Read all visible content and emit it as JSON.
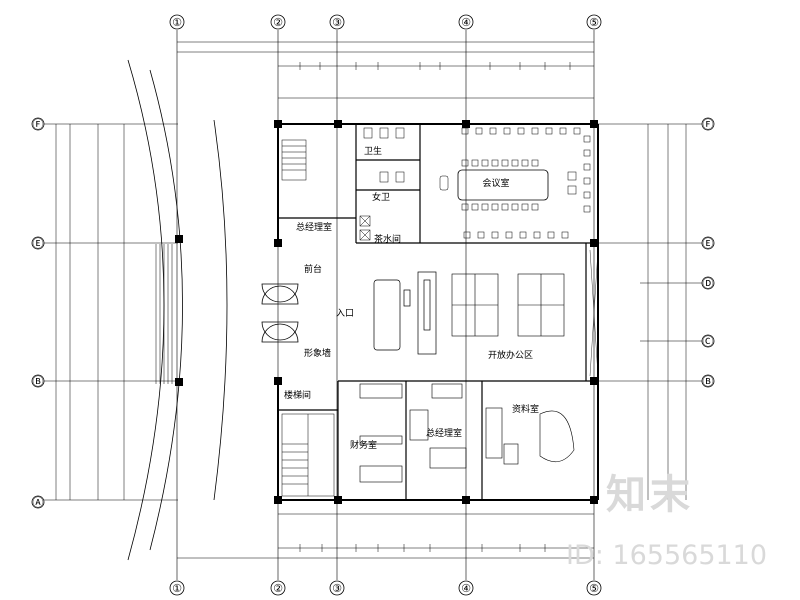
{
  "axes": {
    "vertical": [
      "①",
      "②",
      "③",
      "④",
      "⑤"
    ],
    "horizontal": [
      "Ⓕ",
      "Ⓔ",
      "Ⓓ",
      "Ⓒ",
      "Ⓑ",
      "Ⓐ"
    ]
  },
  "rooms": {
    "meeting": "会议室",
    "toilet_top": "卫生",
    "toilet_mid": "女卫",
    "tea": "茶水间",
    "manager_office": "总经理室",
    "reception": "入口",
    "staircase_left": "楼梯间",
    "open_office": "开放办公区",
    "finance": "财务室",
    "gm_office": "总经理室",
    "storage": "资料室",
    "front_desk": "前台",
    "lobby_sign": "形象墙"
  },
  "watermark": {
    "logo": "知末",
    "id": "ID: 165565110"
  }
}
